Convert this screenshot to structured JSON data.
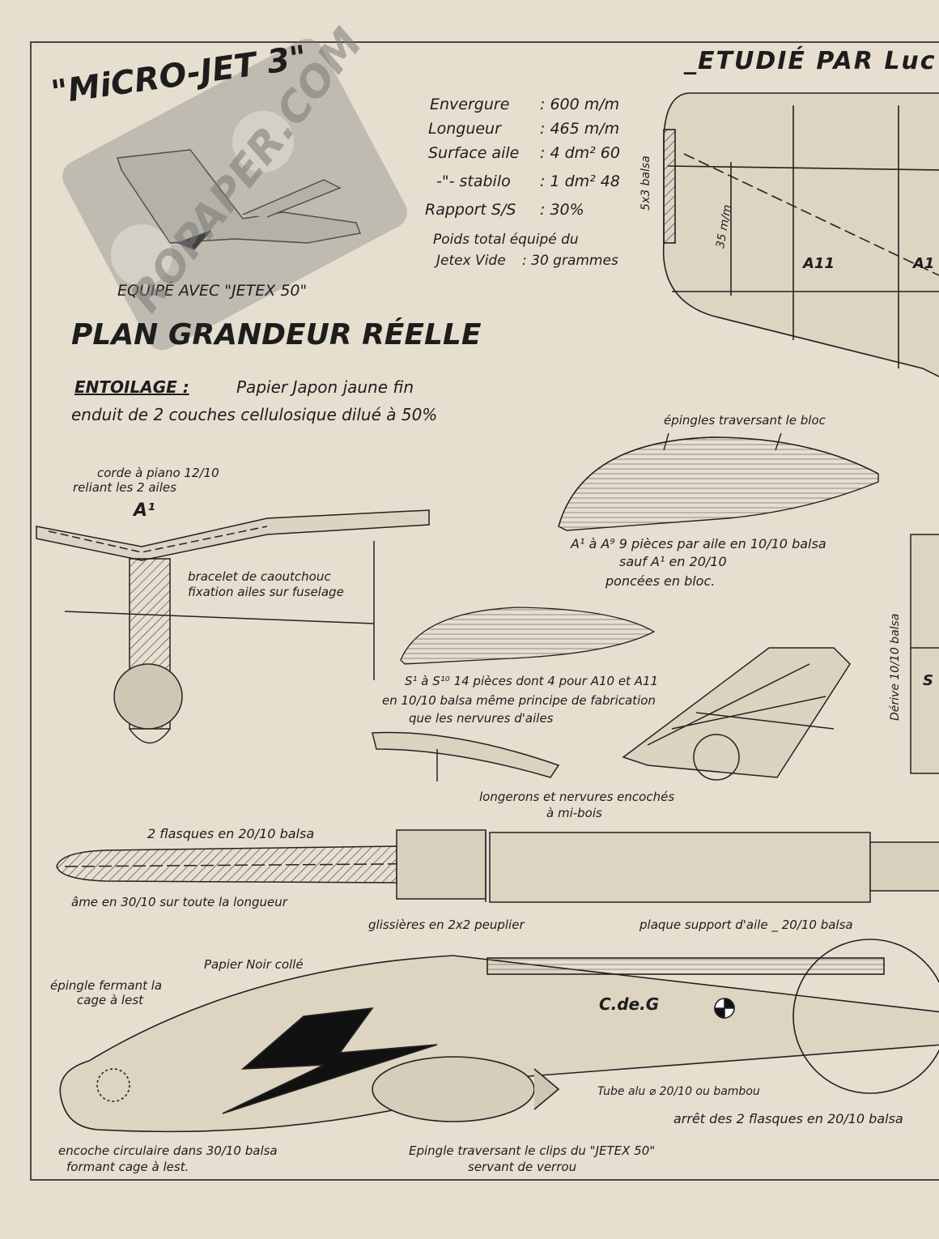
{
  "header": {
    "title": "\"MiCRO-JET 3\"",
    "designer": "_ETUDIÉ PAR Luc",
    "engine": "EQUIPÉ AVEC \"JETEX 50\"",
    "plan_title": "PLAN GRANDEUR RÉELLE"
  },
  "specs": [
    {
      "label": "Envergure",
      "value": ": 600 m/m"
    },
    {
      "label": "Longueur",
      "value": ": 465 m/m"
    },
    {
      "label": "Surface aile",
      "value": ": 4 dm² 60"
    },
    {
      "label": "-\"- stabilo",
      "value": ": 1 dm² 48"
    },
    {
      "label": "Rapport S/S",
      "value": ": 30%"
    },
    {
      "label": "Poids total équipé du",
      "value": ""
    },
    {
      "label": "Jetex Vide",
      "value": ": 30 grammes"
    }
  ],
  "covering": {
    "label": "ENTOILAGE :",
    "line1": "Papier Japon jaune fin",
    "line2": "enduit de 2 couches  cellulosique dilué à 50%"
  },
  "watermark": "ROPAPER.COM",
  "annotations": {
    "piano_wire_1": "corde à piano 12/10",
    "piano_wire_2": "reliant les 2 ailes",
    "rib_a1": "A¹",
    "rubber_1": "bracelet de caoutchouc",
    "rubber_2": "fixation ailes sur fuselage",
    "pins_block": "épingles traversant le bloc",
    "ribs_1": "A¹ à A⁹  9 pièces par aile en 10/10 balsa",
    "ribs_2": "sauf A¹ en 20/10",
    "ribs_3": "poncées en bloc.",
    "stab_1": "S¹ à S¹⁰  14 pièces dont 4 pour A10 et A11",
    "stab_2": "en 10/10 balsa  même principe de fabrication",
    "stab_3": "que les nervures d'ailes",
    "spars_1": "longerons et nervures encochés",
    "spars_2": "à mi-bois",
    "cheeks": "2 flasques en 20/10 balsa",
    "core": "âme en 30/10 sur toute la longueur",
    "rails": "glissières en 2x2 peuplier",
    "wing_plate": "plaque support d'aile _ 20/10 balsa",
    "black_paper": "Papier Noir collé",
    "pin_cage_1": "épingle fermant la",
    "pin_cage_2": "cage à lest",
    "cg": "C.de.G",
    "tube": "Tube alu ⌀ 20/10 ou bambou",
    "stop": "arrêt des 2 flasques en 20/10 balsa",
    "notch_1": "encoche circulaire dans 30/10 balsa",
    "notch_2": "formant cage à lest.",
    "pin_clip_1": "Epingle traversant le clips du \"JETEX 50\"",
    "pin_clip_2": "servant de verrou",
    "strip": "5x3 balsa",
    "dim_35": "35 m/m",
    "rib_a11": "A11",
    "rib_a1x": "A1",
    "fin": "Dérive 10/10 balsa",
    "fin_label": "S"
  }
}
